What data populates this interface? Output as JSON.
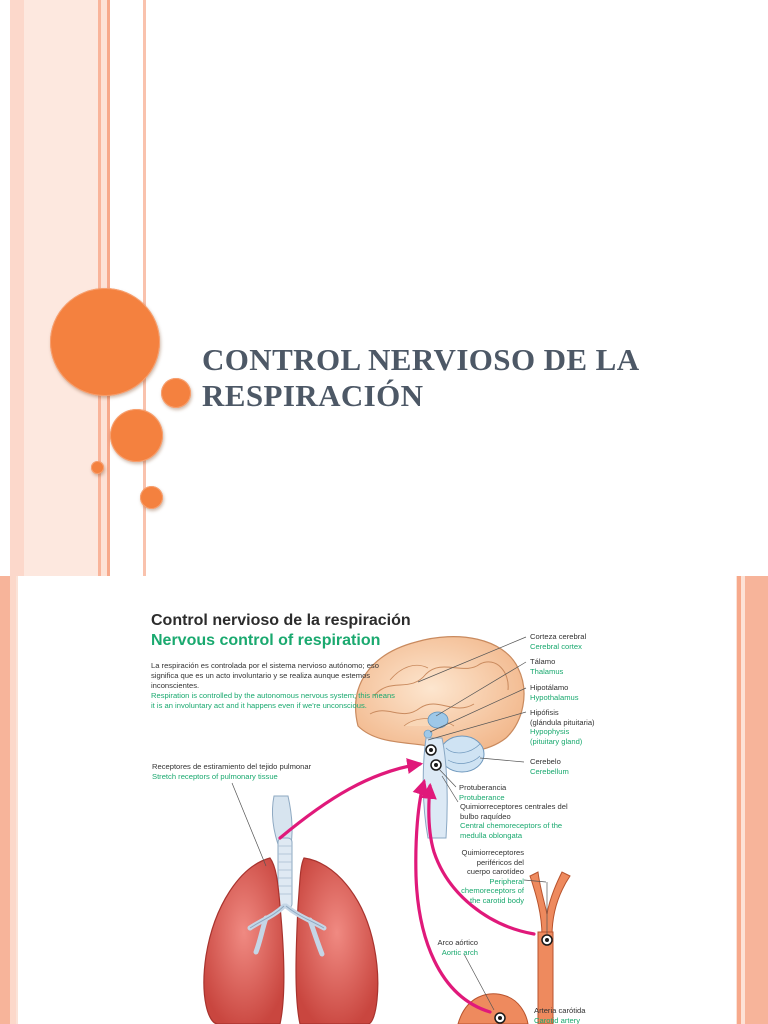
{
  "slide1": {
    "title_line1": "CONTROL NERVIOSO DE LA",
    "title_line2": "RESPIRACIÓN"
  },
  "figure": {
    "title_es": "Control nervioso de la respiración",
    "title_en": "Nervous control of respiration",
    "intro_es": "La respiración es controlada por el sistema nervioso autónomo; eso significa que es un acto involuntario y se realiza aunque estemos inconscientes.",
    "intro_en": "Respiration is controlled by the autonomous nervous system; this means it is an involuntary act and it happens even if we're unconscious.",
    "labels": {
      "cortex_es": "Corteza cerebral",
      "cortex_en": "Cerebral cortex",
      "thalamus_es": "Tálamo",
      "thalamus_en": "Thalamus",
      "hypothalamus_es": "Hipotálamo",
      "hypothalamus_en": "Hypothalamus",
      "hypophysis_es_1": "Hipófisis",
      "hypophysis_es_2": "(glándula pituitaria)",
      "hypophysis_en_1": "Hypophysis",
      "hypophysis_en_2": "(pituitary gland)",
      "cerebellum_es": "Cerebelo",
      "cerebellum_en": "Cerebellum",
      "protuberance_es": "Protuberancia",
      "protuberance_en": "Protuberance",
      "central_chemo_es_1": "Quimiorreceptores centrales del",
      "central_chemo_es_2": "bulbo raquídeo",
      "central_chemo_en_1": "Central chemoreceptors of the",
      "central_chemo_en_2": "medulla oblongata",
      "stretch_es": "Receptores de estiramiento del tejido pulmonar",
      "stretch_en": "Stretch receptors of pulmonary tissue",
      "peripheral_es_1": "Quimiorreceptores",
      "peripheral_es_2": "periféricos del",
      "peripheral_es_3": "cuerpo carotídeo",
      "peripheral_en_1": "Peripheral",
      "peripheral_en_2": "chemoreceptors of",
      "peripheral_en_3": "the carotid body",
      "aortic_es": "Arco aórtico",
      "aortic_en": "Aortic arch",
      "carotid_es": "Arteria carótida",
      "carotid_en": "Carotid artery"
    }
  },
  "colors": {
    "accent_orange": "#f4813f",
    "title_gray": "#4d5866",
    "english_green": "#1aa96f",
    "nerve_magenta": "#e0197a"
  }
}
